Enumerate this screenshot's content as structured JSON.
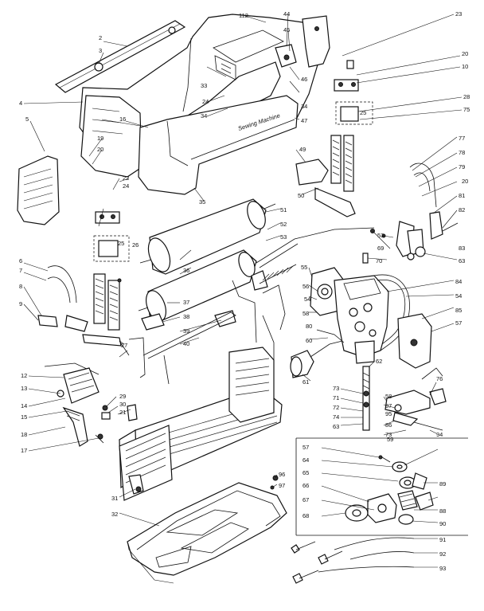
{
  "brand_text": "Sewing Machine",
  "labels": [
    {
      "id": "2",
      "text": "2"
    },
    {
      "id": "3",
      "text": "3"
    },
    {
      "id": "4",
      "text": "4"
    },
    {
      "id": "5",
      "text": "5"
    },
    {
      "id": "6",
      "text": "6"
    },
    {
      "id": "7",
      "text": "7"
    },
    {
      "id": "8",
      "text": "8"
    },
    {
      "id": "9",
      "text": "9"
    },
    {
      "id": "10",
      "text": "10"
    },
    {
      "id": "12",
      "text": "12"
    },
    {
      "id": "13",
      "text": "13"
    },
    {
      "id": "14",
      "text": "14"
    },
    {
      "id": "15",
      "text": "15"
    },
    {
      "id": "16",
      "text": "16"
    },
    {
      "id": "17",
      "text": "17"
    },
    {
      "id": "18",
      "text": "18"
    },
    {
      "id": "19",
      "text": "19"
    },
    {
      "id": "20",
      "text": "20"
    },
    {
      "id": "20b",
      "text": "20"
    },
    {
      "id": "20c",
      "text": "20"
    },
    {
      "id": "21",
      "text": "21"
    },
    {
      "id": "22",
      "text": "22"
    },
    {
      "id": "23",
      "text": "23"
    },
    {
      "id": "24a",
      "text": "24"
    },
    {
      "id": "24b",
      "text": "24"
    },
    {
      "id": "25a",
      "text": "25"
    },
    {
      "id": "25b",
      "text": "25"
    },
    {
      "id": "26",
      "text": "26"
    },
    {
      "id": "27",
      "text": "27"
    },
    {
      "id": "28",
      "text": "28"
    },
    {
      "id": "29",
      "text": "29"
    },
    {
      "id": "30",
      "text": "30"
    },
    {
      "id": "31",
      "text": "31"
    },
    {
      "id": "32",
      "text": "32"
    },
    {
      "id": "33",
      "text": "33"
    },
    {
      "id": "34a",
      "text": "34"
    },
    {
      "id": "34b",
      "text": "34"
    },
    {
      "id": "35",
      "text": "35"
    },
    {
      "id": "36",
      "text": "36"
    },
    {
      "id": "37",
      "text": "37"
    },
    {
      "id": "38",
      "text": "38"
    },
    {
      "id": "39",
      "text": "39"
    },
    {
      "id": "40",
      "text": "40"
    },
    {
      "id": "44",
      "text": "44"
    },
    {
      "id": "45",
      "text": "45"
    },
    {
      "id": "46",
      "text": "46"
    },
    {
      "id": "47",
      "text": "47"
    },
    {
      "id": "49",
      "text": "49"
    },
    {
      "id": "50",
      "text": "50"
    },
    {
      "id": "51",
      "text": "51"
    },
    {
      "id": "52",
      "text": "52"
    },
    {
      "id": "53a",
      "text": "53"
    },
    {
      "id": "53b",
      "text": "53"
    },
    {
      "id": "54a",
      "text": "54"
    },
    {
      "id": "54b",
      "text": "54"
    },
    {
      "id": "55",
      "text": "55"
    },
    {
      "id": "56",
      "text": "56"
    },
    {
      "id": "57a",
      "text": "57"
    },
    {
      "id": "57b",
      "text": "57"
    },
    {
      "id": "58a",
      "text": "58"
    },
    {
      "id": "58b",
      "text": "58"
    },
    {
      "id": "59",
      "text": "59"
    },
    {
      "id": "60",
      "text": "60"
    },
    {
      "id": "61",
      "text": "61"
    },
    {
      "id": "62",
      "text": "62"
    },
    {
      "id": "63a",
      "text": "63"
    },
    {
      "id": "63b",
      "text": "63"
    },
    {
      "id": "64",
      "text": "64"
    },
    {
      "id": "65",
      "text": "65"
    },
    {
      "id": "66",
      "text": "66"
    },
    {
      "id": "67",
      "text": "67"
    },
    {
      "id": "68",
      "text": "68"
    },
    {
      "id": "69",
      "text": "69"
    },
    {
      "id": "70",
      "text": "70"
    },
    {
      "id": "71",
      "text": "71"
    },
    {
      "id": "72",
      "text": "72"
    },
    {
      "id": "73a",
      "text": "73"
    },
    {
      "id": "73b",
      "text": "73"
    },
    {
      "id": "74",
      "text": "74"
    },
    {
      "id": "75",
      "text": "75"
    },
    {
      "id": "76",
      "text": "76"
    },
    {
      "id": "77",
      "text": "77"
    },
    {
      "id": "78",
      "text": "78"
    },
    {
      "id": "79",
      "text": "79"
    },
    {
      "id": "80",
      "text": "80"
    },
    {
      "id": "81",
      "text": "81"
    },
    {
      "id": "82",
      "text": "82"
    },
    {
      "id": "83",
      "text": "83"
    },
    {
      "id": "84",
      "text": "84"
    },
    {
      "id": "85",
      "text": "85"
    },
    {
      "id": "86",
      "text": "86"
    },
    {
      "id": "87",
      "text": "87"
    },
    {
      "id": "88",
      "text": "88"
    },
    {
      "id": "89",
      "text": "89"
    },
    {
      "id": "90",
      "text": "90"
    },
    {
      "id": "91",
      "text": "91"
    },
    {
      "id": "92",
      "text": "92"
    },
    {
      "id": "93",
      "text": "93"
    },
    {
      "id": "94",
      "text": "94"
    },
    {
      "id": "95",
      "text": "95"
    },
    {
      "id": "96",
      "text": "96"
    },
    {
      "id": "97",
      "text": "97"
    },
    {
      "id": "112",
      "text": "112"
    }
  ]
}
